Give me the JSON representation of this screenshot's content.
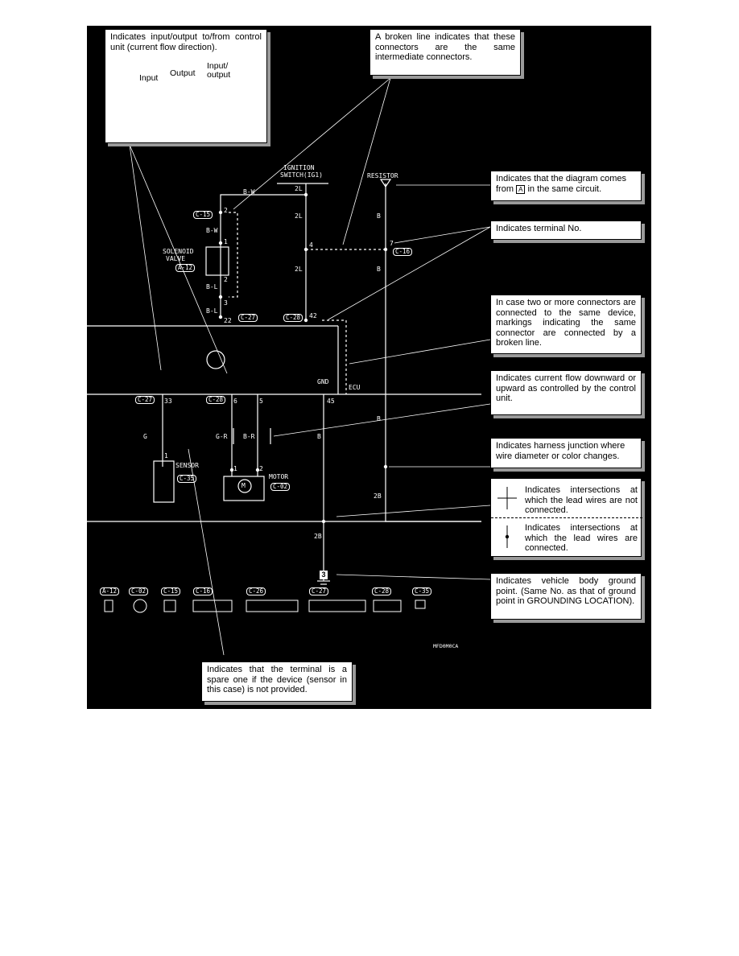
{
  "callouts": {
    "io": "Indicates input/output to/from control unit (current flow direction).",
    "io_input": "Input",
    "io_output": "Output",
    "io_inout_1": "Input/",
    "io_inout_2": "output",
    "broken_line": "A broken line indicates that these connectors are the same intermediate connectors.",
    "comes_from_1": "Indicates that the diagram comes",
    "comes_from_2": "from",
    "comes_from_3": "in the same circuit.",
    "comes_from_symbol": "A",
    "terminal_no": "Indicates terminal No.",
    "same_connector": "In case two or more connectors are connected to the same device, markings indicating the same connector are connected by a broken line.",
    "current_flow": "Indicates current flow downward or upward as controlled by the control unit.",
    "harness_junction": "Indicates harness junction where wire diameter or color changes.",
    "not_connected": "Indicates intersections at which the lead wires are not connected.",
    "connected": "Indicates intersections at which the lead wires are connected.",
    "ground": "Indicates vehicle body ground point. (Same No. as that of ground point in GROUNDING LOCATION).",
    "spare": "Indicates that the terminal is a spare one if the device (sensor in this case) is not provided."
  },
  "components": {
    "ignition_1": "IGNITION",
    "ignition_2": "SWITCH(IG1)",
    "resistor": "RESISTOR",
    "solenoid_1": "SOLENOID",
    "solenoid_2": "VALVE",
    "ecu": "ECU",
    "gnd": "GND",
    "sensor": "SENSOR",
    "motor": "MOTOR",
    "motor_symbol": "M",
    "ground_point": "3",
    "figure_code": "MFD0M0CA"
  },
  "wire_labels": {
    "bw_top": "B-W",
    "bw_mid": "B-W",
    "bl_1": "B-L",
    "bl_2": "B-L",
    "ign_2l_1": "2L",
    "ign_2l_2": "2L",
    "ign_2l_3": "2L",
    "res_b_1": "B",
    "res_b_2": "B",
    "res_b_3": "B",
    "gnd_b": "B",
    "g": "G",
    "gr": "G-R",
    "br": "B-R",
    "junction_2b": "2B",
    "bottom_2b": "2B"
  },
  "terminals": {
    "c15_2": "2",
    "sol_1": "1",
    "sol_2": "2",
    "c15_3": "3",
    "ecu_22": "22",
    "ecu_42": "42",
    "int_4": "4",
    "int_7": "7",
    "s33": "33",
    "s6": "6",
    "s5": "5",
    "s45": "45",
    "sensor_1": "1",
    "motor_1": "1",
    "motor_2": "2"
  },
  "connectors": {
    "c15": "C-15",
    "a12": "A-12",
    "c27_top": "C-27",
    "c28_top": "C-28",
    "c16": "C-16",
    "c27_bot": "C-27",
    "c28_bot": "C-28",
    "c35": "C-35",
    "c02": "C-02"
  },
  "legend": {
    "labels": [
      "A-12",
      "C-02",
      "C-15",
      "C-16",
      "C-26",
      "C-27",
      "C-28",
      "C-35"
    ]
  }
}
